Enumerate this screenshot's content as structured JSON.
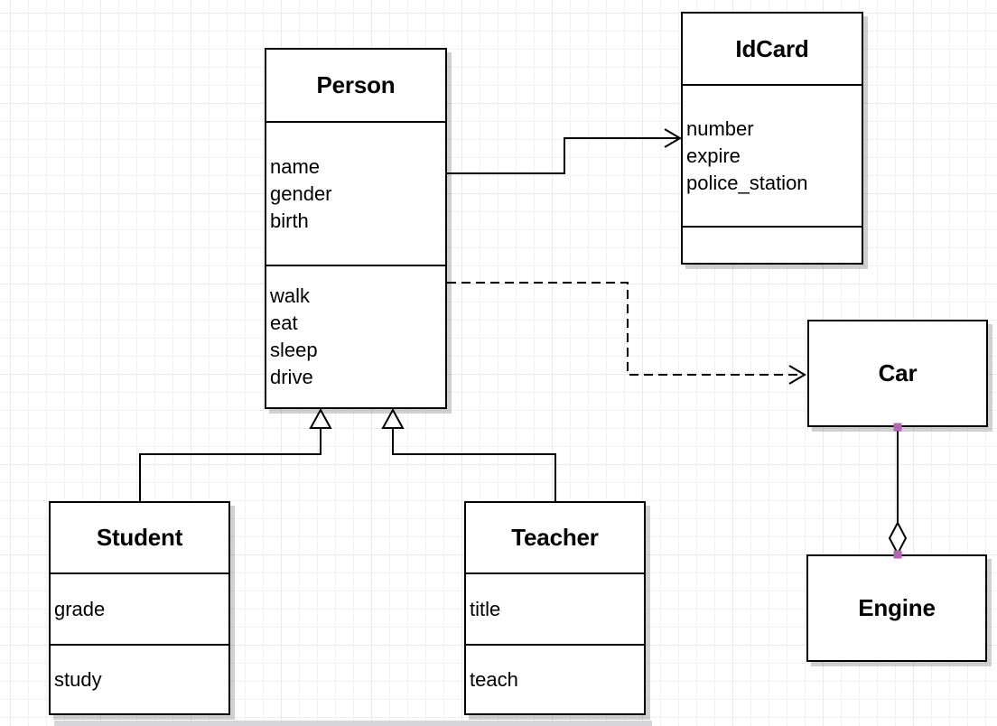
{
  "classes": {
    "person": {
      "title": "Person",
      "attributes": [
        "name",
        "gender",
        "birth"
      ],
      "methods": [
        "walk",
        "eat",
        "sleep",
        "drive"
      ]
    },
    "idcard": {
      "title": "IdCard",
      "attributes": [
        "number",
        "expire",
        "police_station"
      ],
      "methods": []
    },
    "car": {
      "title": "Car",
      "attributes": [],
      "methods": []
    },
    "engine": {
      "title": "Engine",
      "attributes": [],
      "methods": []
    },
    "student": {
      "title": "Student",
      "attributes": [
        "grade"
      ],
      "methods": [
        "study"
      ]
    },
    "teacher": {
      "title": "Teacher",
      "attributes": [
        "title"
      ],
      "methods": [
        "teach"
      ]
    }
  },
  "relationships": [
    {
      "from": "Person",
      "to": "IdCard",
      "type": "association",
      "line": "solid",
      "arrow": "open"
    },
    {
      "from": "Person",
      "to": "Car",
      "type": "dependency",
      "line": "dashed",
      "arrow": "open"
    },
    {
      "from": "Student",
      "to": "Person",
      "type": "generalization",
      "line": "solid",
      "arrow": "hollow-triangle"
    },
    {
      "from": "Teacher",
      "to": "Person",
      "type": "generalization",
      "line": "solid",
      "arrow": "hollow-triangle"
    },
    {
      "from": "Car",
      "to": "Engine",
      "type": "aggregation",
      "line": "solid",
      "arrow": "hollow-diamond"
    }
  ],
  "colors": {
    "connection_point": "#b565b5",
    "box_border": "#000000",
    "box_fill": "#ffffff",
    "edge_stroke": "#000000",
    "grid_line": "#f2f2f5",
    "shadow": "#d0d0d0"
  }
}
